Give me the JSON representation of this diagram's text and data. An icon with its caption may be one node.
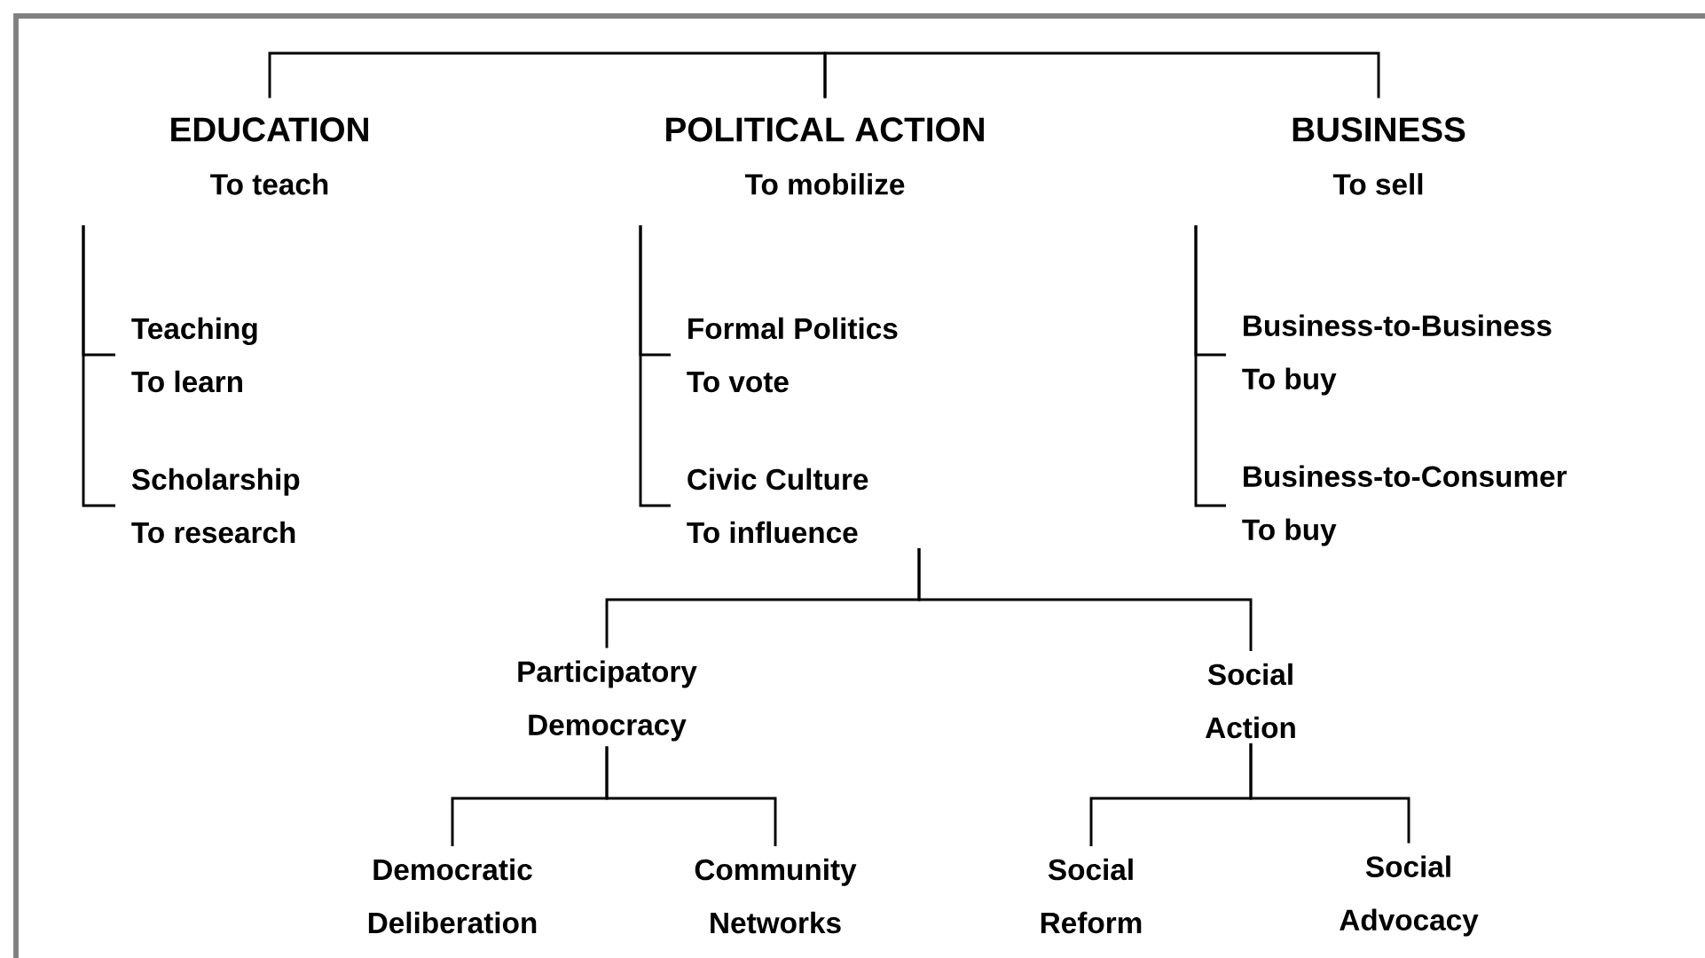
{
  "diagram": {
    "nodes": [
      {
        "text": [
          "EDUCATION",
          "To teach"
        ]
      },
      {
        "text": [
          "POLITICAL ACTION",
          "To mobilize"
        ]
      },
      {
        "text": [
          "BUSINESS",
          "To sell"
        ]
      },
      {
        "text": [
          "Teaching",
          "To learn"
        ]
      },
      {
        "text": [
          "Scholarship",
          "To research"
        ]
      },
      {
        "text": [
          "Formal Politics",
          "To vote"
        ]
      },
      {
        "text": [
          "Civic Culture",
          "To influence"
        ]
      },
      {
        "text": [
          "Business-to-Business",
          "To buy"
        ]
      },
      {
        "text": [
          "Business-to-Consumer",
          "To buy"
        ]
      },
      {
        "text": [
          "Participatory Democracy"
        ]
      },
      {
        "text": [
          "Social Action"
        ]
      },
      {
        "text": [
          "Democratic Deliberation"
        ]
      },
      {
        "text": [
          "Community Networks"
        ]
      },
      {
        "text": [
          "Social Reform"
        ]
      },
      {
        "text": [
          "Social Advocacy"
        ]
      }
    ],
    "edges": [
      {
        "from": 0,
        "to": 1,
        "arrow": "none"
      },
      {
        "from": 1,
        "to": 2,
        "arrow": "none"
      },
      {
        "from": 0,
        "to": 3,
        "arrow": "none"
      },
      {
        "from": 0,
        "to": 4,
        "arrow": "none"
      },
      {
        "from": 1,
        "to": 5,
        "arrow": "none"
      },
      {
        "from": 1,
        "to": 6,
        "arrow": "none"
      },
      {
        "from": 2,
        "to": 7,
        "arrow": "none"
      },
      {
        "from": 2,
        "to": 8,
        "arrow": "none"
      },
      {
        "from": 6,
        "to": 9,
        "arrow": "none"
      },
      {
        "from": 6,
        "to": 10,
        "arrow": "none"
      },
      {
        "from": 9,
        "to": 11,
        "arrow": "none"
      },
      {
        "from": 9,
        "to": 12,
        "arrow": "none"
      },
      {
        "from": 10,
        "to": 13,
        "arrow": "none"
      },
      {
        "from": 10,
        "to": 14,
        "arrow": "none"
      }
    ]
  }
}
